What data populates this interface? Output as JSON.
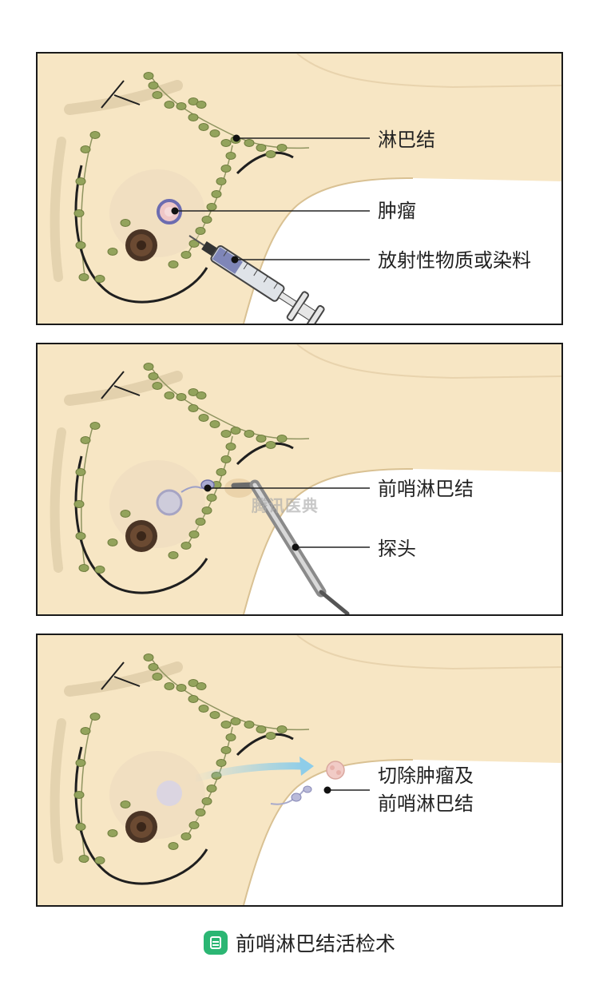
{
  "panels": [
    {
      "labels": [
        "淋巴结",
        "肿瘤",
        "放射性物质或染料"
      ]
    },
    {
      "labels": [
        "前哨淋巴结",
        "探头"
      ],
      "watermark": "腾讯医典"
    },
    {
      "labels": [
        "切除肿瘤及",
        "前哨淋巴结"
      ]
    }
  ],
  "caption": {
    "text": "前哨淋巴结活检术",
    "icon": "document-icon"
  },
  "colors": {
    "skin": "#f7e6c4",
    "node": "#93a35c",
    "tumor": "#8f8fc0",
    "probe": "#b8b8b8",
    "arrow": "#8ecde9"
  }
}
